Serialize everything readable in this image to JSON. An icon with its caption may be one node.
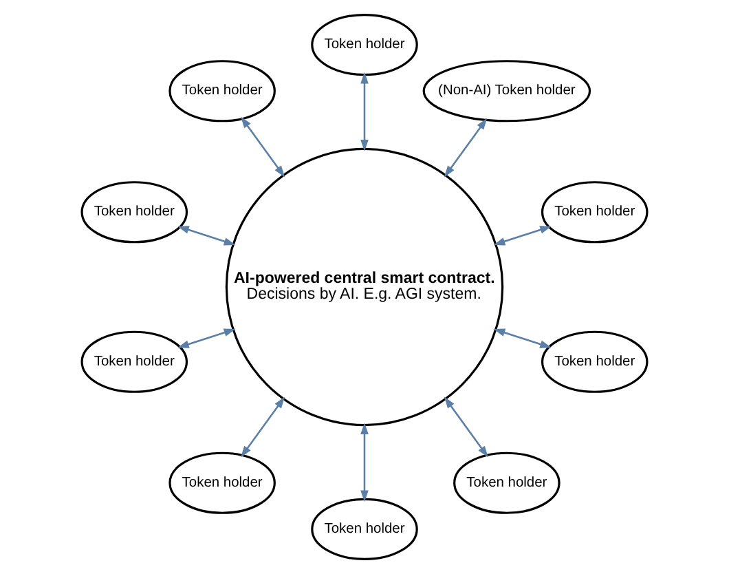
{
  "diagram": {
    "nodes": [
      {
        "text": [
          "AI-powered central smart contract.",
          "Decisions by AI. E.g. AGI system."
        ]
      },
      {
        "text": [
          "Token holder"
        ]
      },
      {
        "text": [
          "(Non-AI) Token holder"
        ]
      },
      {
        "text": [
          "Token holder"
        ]
      },
      {
        "text": [
          "Token holder"
        ]
      },
      {
        "text": [
          "Token holder"
        ]
      },
      {
        "text": [
          "Token holder"
        ]
      },
      {
        "text": [
          "Token holder"
        ]
      },
      {
        "text": [
          "Token holder"
        ]
      },
      {
        "text": [
          "Token holder"
        ]
      },
      {
        "text": [
          "Token holder"
        ]
      }
    ],
    "edges": [
      {
        "from": 0,
        "to": 1,
        "arrow": "both"
      },
      {
        "from": 0,
        "to": 2,
        "arrow": "both"
      },
      {
        "from": 0,
        "to": 3,
        "arrow": "both"
      },
      {
        "from": 0,
        "to": 4,
        "arrow": "both"
      },
      {
        "from": 0,
        "to": 5,
        "arrow": "both"
      },
      {
        "from": 0,
        "to": 6,
        "arrow": "both"
      },
      {
        "from": 0,
        "to": 7,
        "arrow": "both"
      },
      {
        "from": 0,
        "to": 8,
        "arrow": "both"
      },
      {
        "from": 0,
        "to": 9,
        "arrow": "both"
      },
      {
        "from": 0,
        "to": 10,
        "arrow": "both"
      }
    ]
  }
}
